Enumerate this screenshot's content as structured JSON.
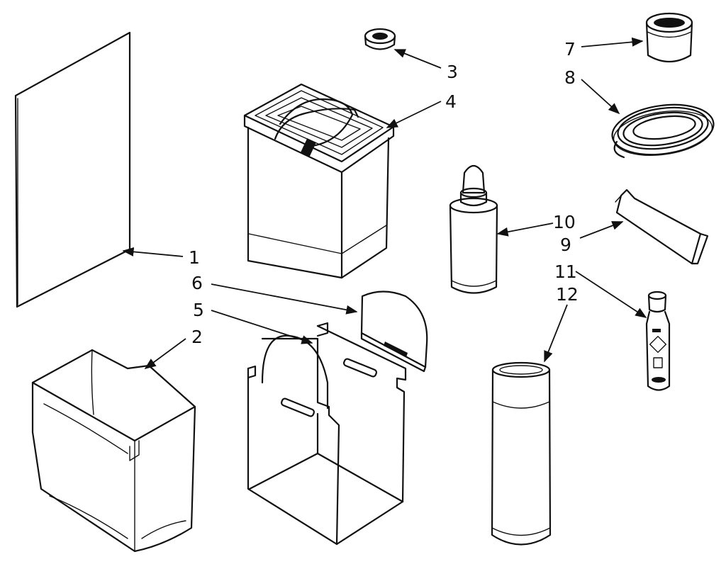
{
  "diagram": {
    "background": "#ffffff",
    "ink_color": "#111111",
    "callouts": [
      {
        "id": "1",
        "text": "1"
      },
      {
        "id": "2",
        "text": "2"
      },
      {
        "id": "3",
        "text": "3"
      },
      {
        "id": "4",
        "text": "4"
      },
      {
        "id": "5",
        "text": "5"
      },
      {
        "id": "6",
        "text": "6"
      },
      {
        "id": "7",
        "text": "7"
      },
      {
        "id": "8",
        "text": "8"
      },
      {
        "id": "9",
        "text": "9"
      },
      {
        "id": "10",
        "text": "10"
      },
      {
        "id": "11",
        "text": "11"
      },
      {
        "id": "12",
        "text": "12"
      }
    ]
  }
}
